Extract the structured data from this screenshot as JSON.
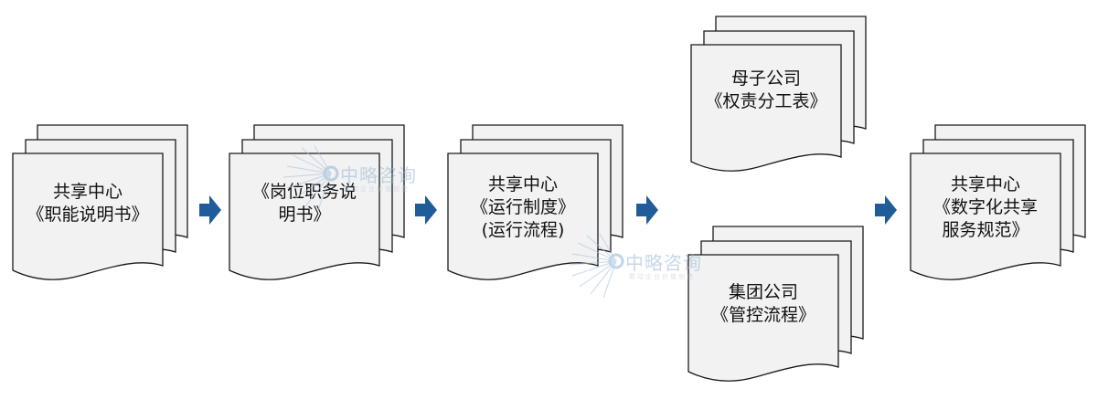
{
  "docs": [
    {
      "id": "shared-center-job-description",
      "lines": [
        "共享中心",
        "《职能说明书》"
      ]
    },
    {
      "id": "post-responsibility",
      "lines": [
        "《岗位职务说",
        "明书》"
      ]
    },
    {
      "id": "operation-system",
      "lines": [
        "共享中心",
        "《运行制度》",
        "(运行流程)"
      ]
    },
    {
      "id": "parent-sub-division",
      "lines": [
        "母子公司",
        "《权责分工表》"
      ]
    },
    {
      "id": "group-control-process",
      "lines": [
        "集团公司",
        "《管控流程》"
      ]
    },
    {
      "id": "digital-service-spec",
      "lines": [
        "共享中心",
        "《数字化共享",
        "服务规范》"
      ]
    }
  ],
  "watermark": {
    "text": "中略咨询",
    "subtext": "聚动企业价值创造"
  },
  "colors": {
    "arrow": "#1f5c99",
    "sheet_fill": "#f2f2f2",
    "sheet_stroke": "#1a1a1a"
  }
}
